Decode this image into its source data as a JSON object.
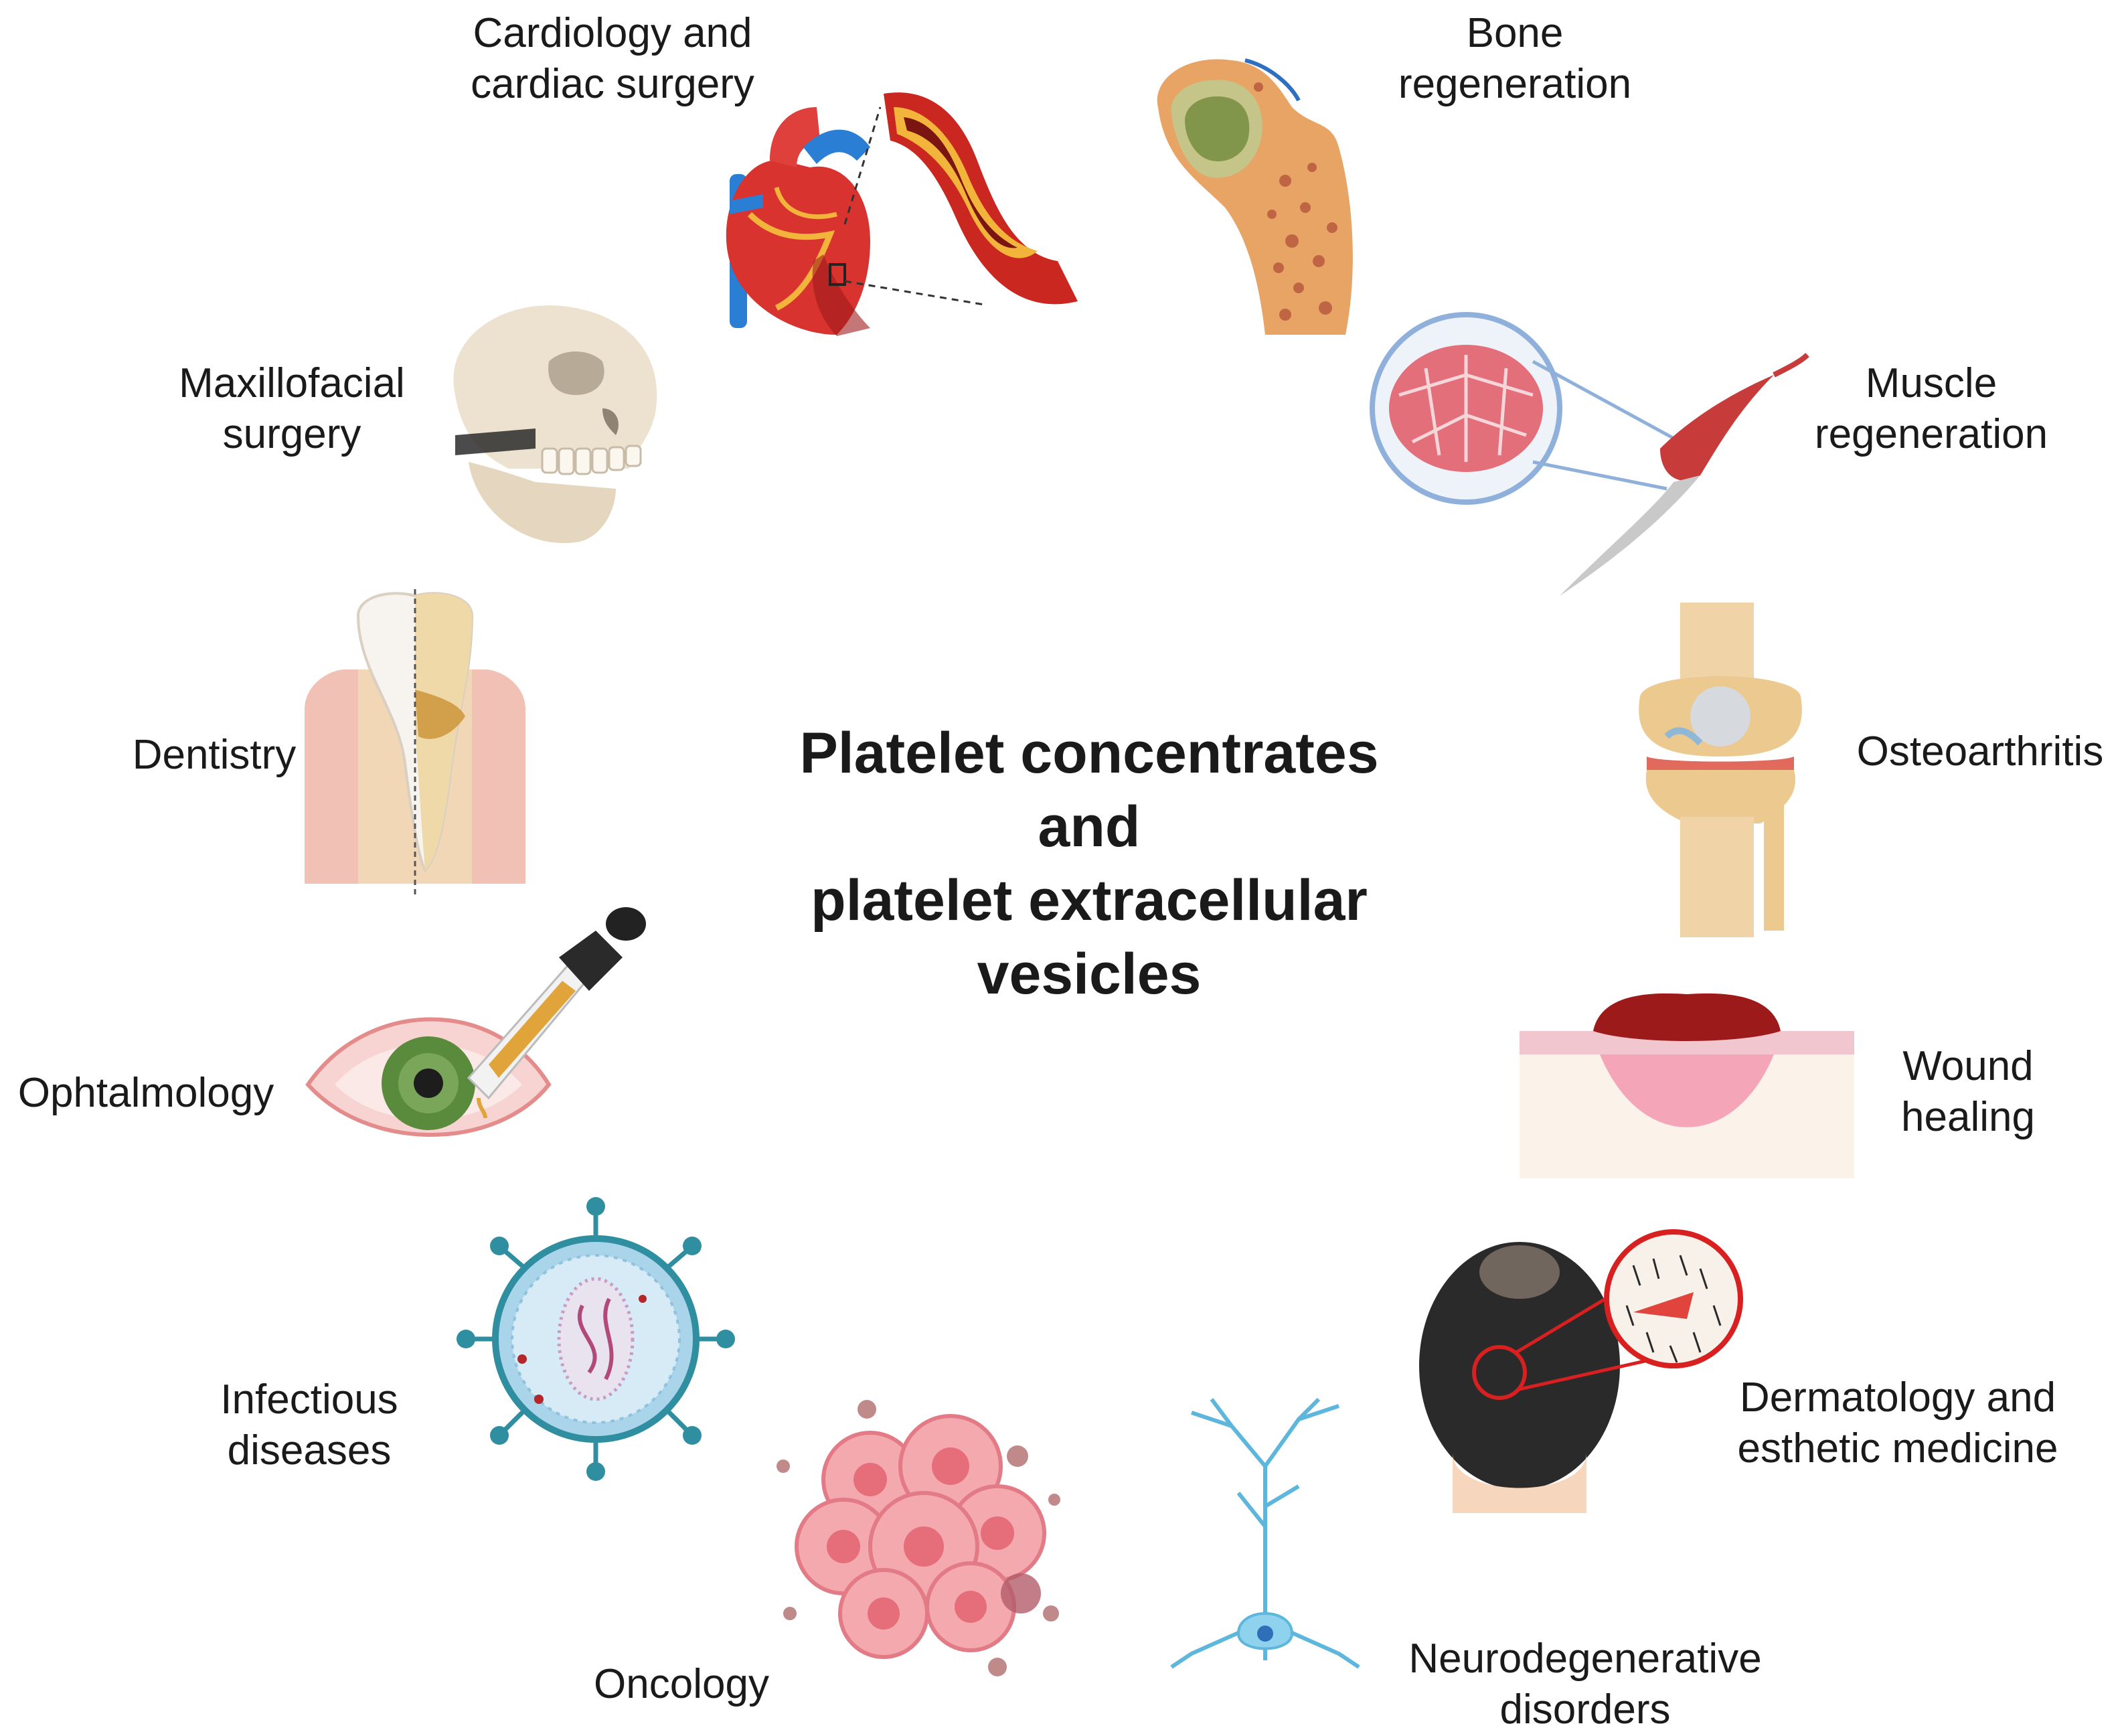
{
  "center_title": [
    "Platelet concentrates",
    "and",
    "platelet extracellular",
    "vesicles"
  ],
  "applications": {
    "cardiology": [
      "Cardiology and",
      "cardiac surgery"
    ],
    "bone": [
      "Bone",
      "regeneration"
    ],
    "muscle": [
      "Muscle",
      "regeneration"
    ],
    "osteoarthritis": [
      "Osteoarthritis"
    ],
    "wound": [
      "Wound",
      "healing"
    ],
    "dermatology": [
      "Dermatology and",
      "esthetic medicine"
    ],
    "neuro": [
      "Neurodegenerative",
      "disorders"
    ],
    "oncology": [
      "Oncology"
    ],
    "infectious": [
      "Infectious",
      "diseases"
    ],
    "ophthalmology": [
      "Ophtalmology"
    ],
    "dentistry": [
      "Dentistry"
    ],
    "maxillofacial": [
      "Maxillofacial",
      "surgery"
    ]
  },
  "icons": {
    "cardiology": "heart-artery-icon",
    "bone": "femur-bone-icon",
    "muscle": "muscle-fiber-icon",
    "osteoarthritis": "knee-joint-icon",
    "wound": "skin-wound-icon",
    "dermatology": "scalp-hair-icon",
    "neuro": "neuron-icon",
    "oncology": "tumor-cells-icon",
    "infectious": "virus-icon",
    "ophthalmology": "eye-dropper-icon",
    "dentistry": "tooth-icon",
    "maxillofacial": "skull-icon"
  }
}
